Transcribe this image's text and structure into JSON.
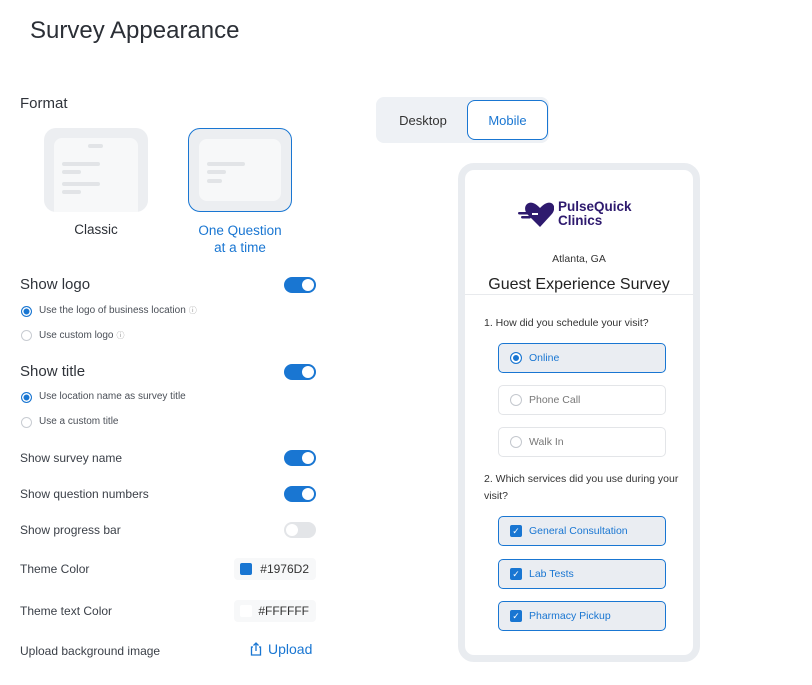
{
  "page_title": "Survey Appearance",
  "format": {
    "label": "Format",
    "options": [
      {
        "label": "Classic",
        "selected": false
      },
      {
        "label_line1": "One Question",
        "label_line2": "at a time",
        "selected": true
      }
    ]
  },
  "show_logo": {
    "label": "Show logo",
    "on": true,
    "options": [
      {
        "label": "Use the logo of business location",
        "selected": true
      },
      {
        "label": "Use custom logo",
        "selected": false
      }
    ],
    "info_icon": "ⓘ"
  },
  "show_title": {
    "label": "Show title",
    "on": true,
    "options": [
      {
        "label": "Use location name as survey title",
        "selected": true
      },
      {
        "label": "Use a custom title",
        "selected": false
      }
    ]
  },
  "settings": {
    "survey_name": {
      "label": "Show survey name",
      "on": true
    },
    "question_numbers": {
      "label": "Show question numbers",
      "on": true
    },
    "progress_bar": {
      "label": "Show progress bar",
      "on": false
    }
  },
  "theme_color": {
    "label": "Theme Color",
    "value": "#1976D2"
  },
  "theme_text_color": {
    "label": "Theme text Color",
    "value": "#FFFFFF"
  },
  "upload": {
    "label": "Upload background image",
    "button": "Upload"
  },
  "view_toggle": {
    "desktop": "Desktop",
    "mobile": "Mobile",
    "selected": "Mobile"
  },
  "preview": {
    "logo_line1": "PulseQuick",
    "logo_line2": "Clinics",
    "location": "Atlanta, GA",
    "title": "Guest Experience Survey",
    "q1": {
      "text": "1. How did you schedule your visit?",
      "options": [
        "Online",
        "Phone Call",
        "Walk In"
      ],
      "selected": "Online"
    },
    "q2": {
      "text": "2. Which services did you use during your visit?",
      "options": [
        "General Consultation",
        "Lab Tests",
        "Pharmacy Pickup"
      ],
      "checked": [
        "General Consultation",
        "Lab Tests",
        "Pharmacy Pickup"
      ]
    },
    "check_glyph": "✓"
  },
  "colors": {
    "accent": "#1976D2",
    "brand": "#2E1A6E"
  }
}
